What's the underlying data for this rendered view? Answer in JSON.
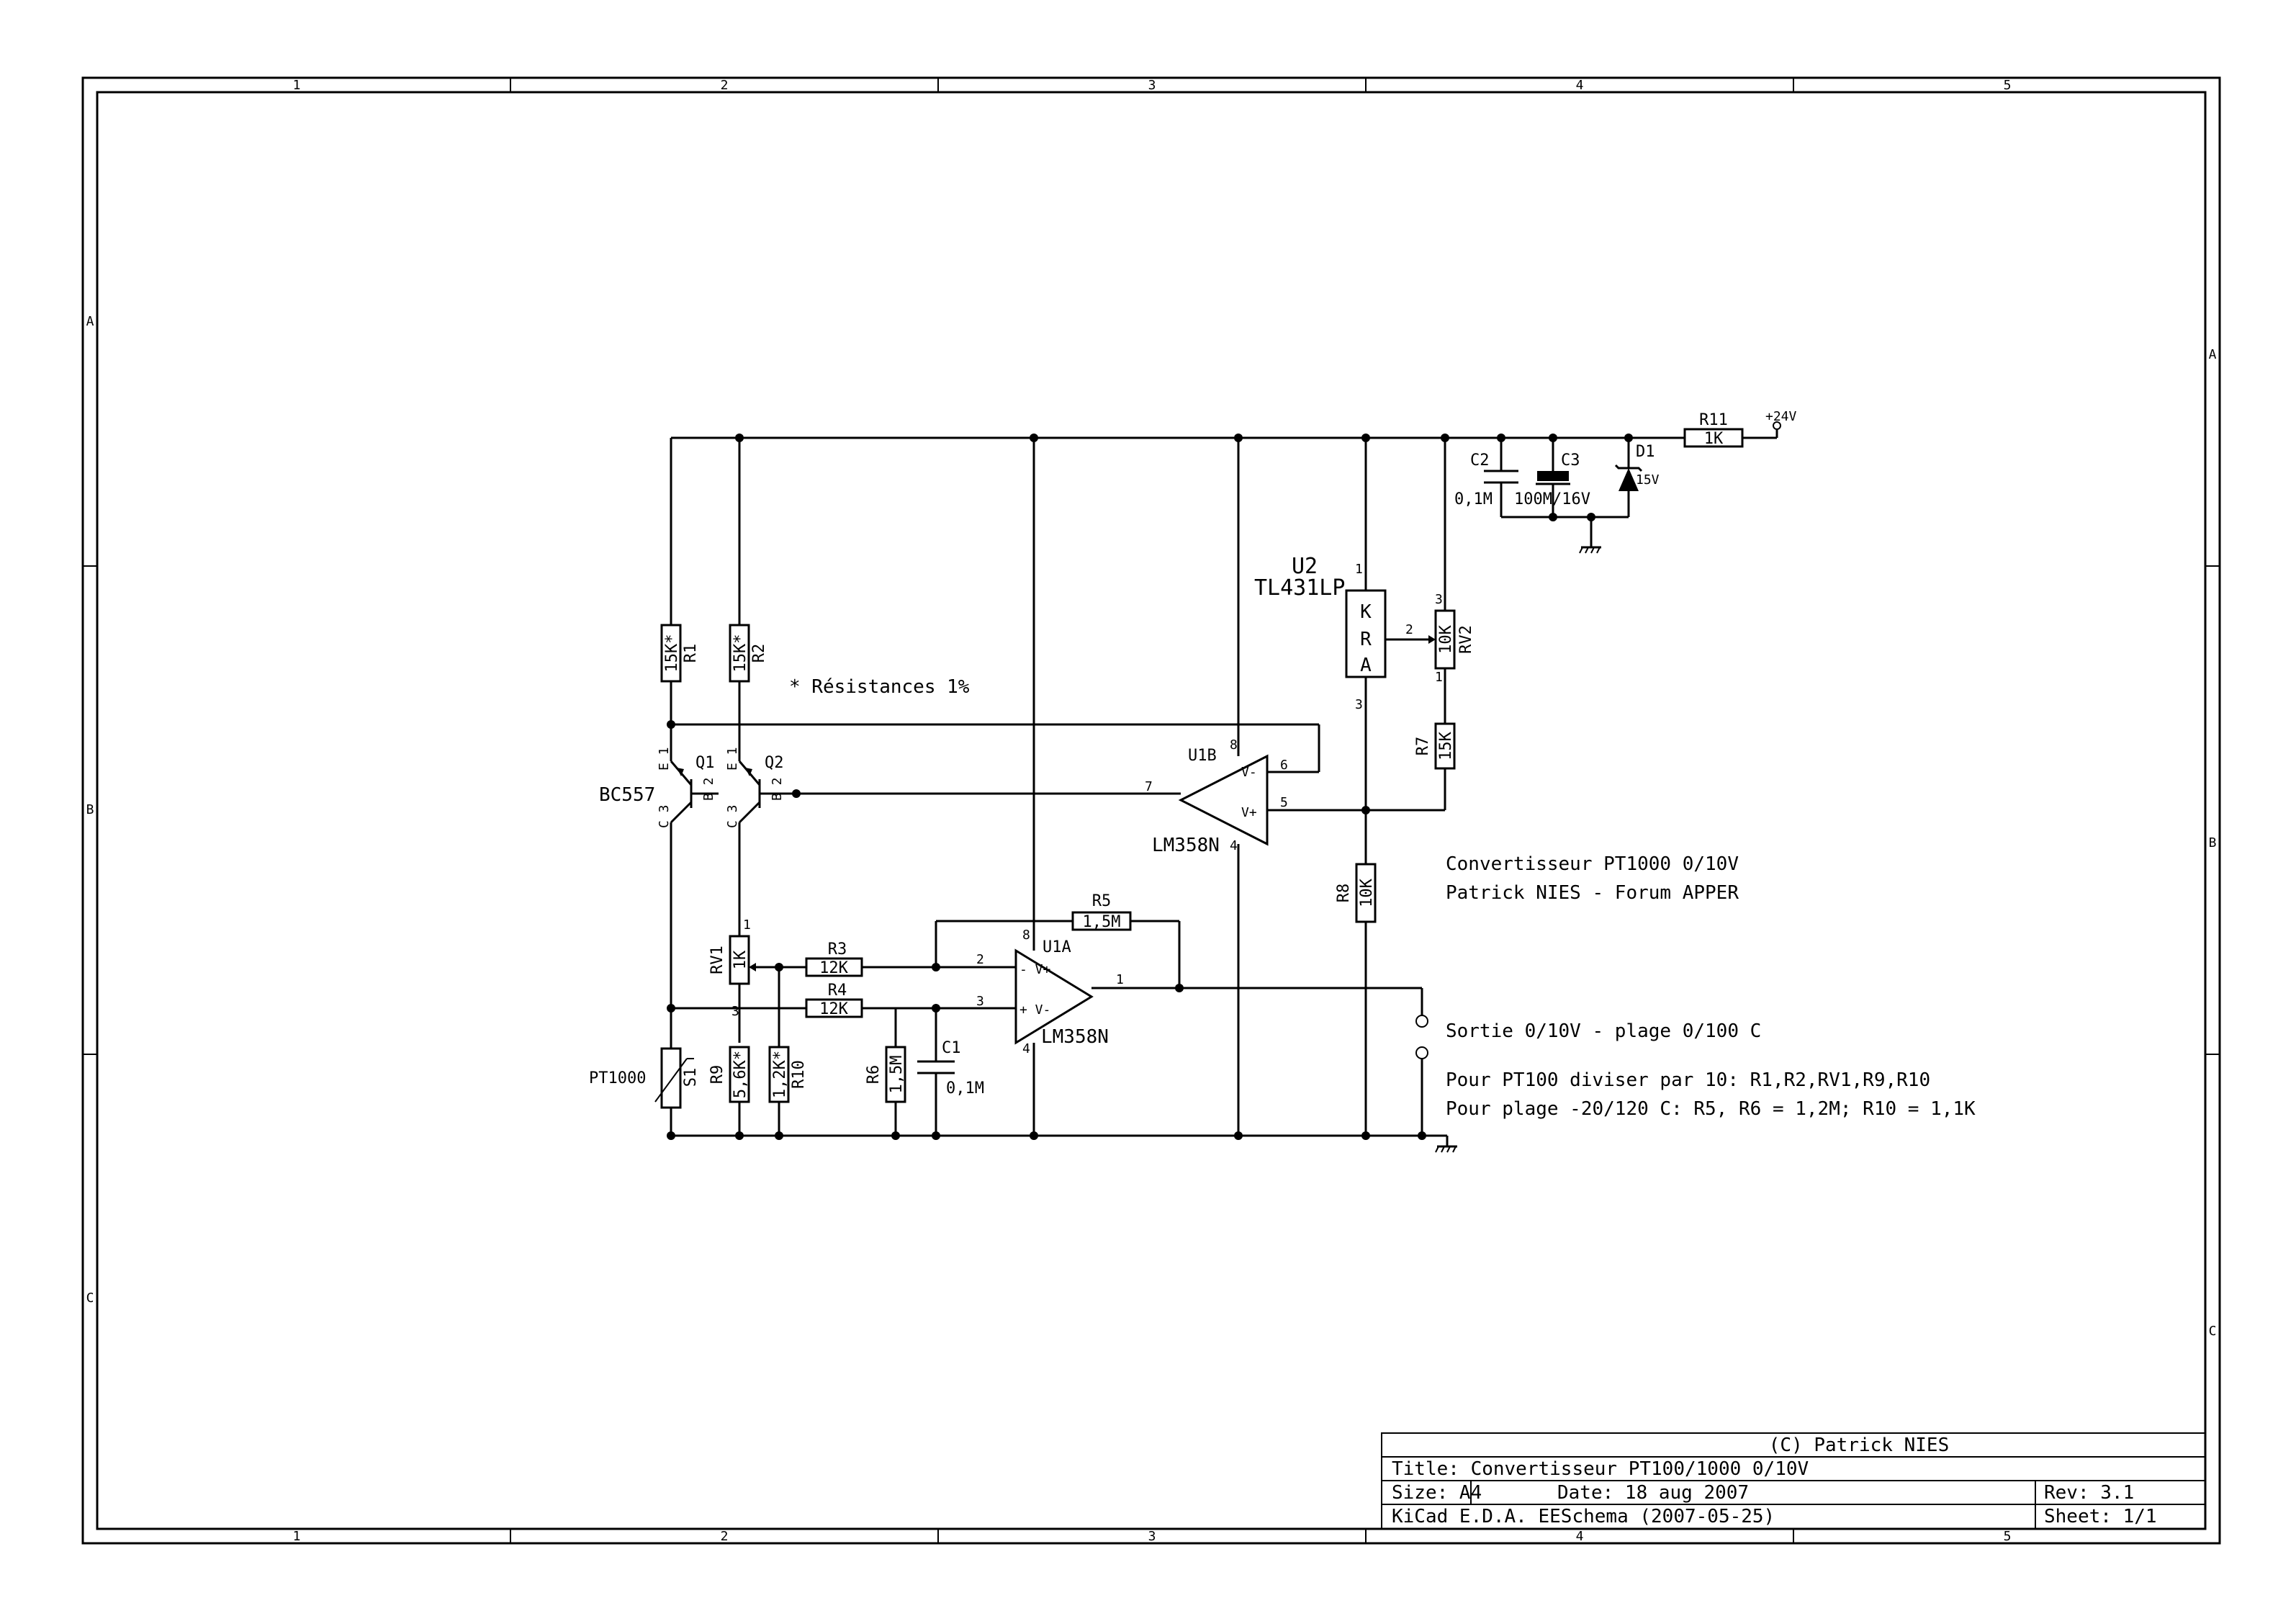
{
  "frame": {
    "cols": [
      "1",
      "2",
      "3",
      "4",
      "5"
    ],
    "rows": [
      "A",
      "B",
      "C"
    ]
  },
  "title_block": {
    "company": "(C) Patrick NIES",
    "title": "Title: Convertisseur PT100/1000 0/10V",
    "size": "Size: A4",
    "date": "Date: 18 aug 2007",
    "rev": "Rev: 3.1",
    "app": "KiCad E.D.A.  EESchema (2007-05-25)",
    "sheet": "Sheet: 1/1"
  },
  "notes": {
    "resistances": "* Résistances 1%",
    "title1": "Convertisseur PT1000 0/10V",
    "title2": "Patrick NIES - Forum APPER",
    "sortie": "Sortie 0/10V - plage 0/100 C",
    "pt100": "Pour PT100 diviser par 10: R1,R2,RV1,R9,R10",
    "plage": "Pour plage -20/120 C: R5, R6 = 1,2M; R10 = 1,1K"
  },
  "components": {
    "r1": {
      "ref": "R1",
      "val": "15K*"
    },
    "r2": {
      "ref": "R2",
      "val": "15K*"
    },
    "r3": {
      "ref": "R3",
      "val": "12K"
    },
    "r4": {
      "ref": "R4",
      "val": "12K"
    },
    "r5": {
      "ref": "R5",
      "val": "1,5M"
    },
    "r6": {
      "ref": "R6",
      "val": "1,5M"
    },
    "r7": {
      "ref": "R7",
      "val": "15K"
    },
    "r8": {
      "ref": "R8",
      "val": "10K"
    },
    "r9": {
      "ref": "R9",
      "val": "5,6K*"
    },
    "r10": {
      "ref": "R10",
      "val": "1,2K*"
    },
    "r11": {
      "ref": "R11",
      "val": "1K"
    },
    "rv1": {
      "ref": "RV1",
      "val": "1K"
    },
    "rv2": {
      "ref": "RV2",
      "val": "10K"
    },
    "c1": {
      "ref": "C1",
      "val": "0,1M"
    },
    "c2": {
      "ref": "C2",
      "val": "0,1M"
    },
    "c3": {
      "ref": "C3",
      "val": "100M/16V"
    },
    "d1": {
      "ref": "D1",
      "val": "15V"
    },
    "q1": {
      "ref": "Q1",
      "val": "BC557"
    },
    "q2": {
      "ref": "Q2"
    },
    "u1a": {
      "ref": "U1A",
      "val": "LM358N"
    },
    "u1b": {
      "ref": "U1B",
      "val": "LM358N"
    },
    "u2": {
      "ref": "U2",
      "val": "TL431LP"
    },
    "s1": {
      "ref": "S1",
      "val": "PT1000"
    },
    "supply": "+24V"
  }
}
